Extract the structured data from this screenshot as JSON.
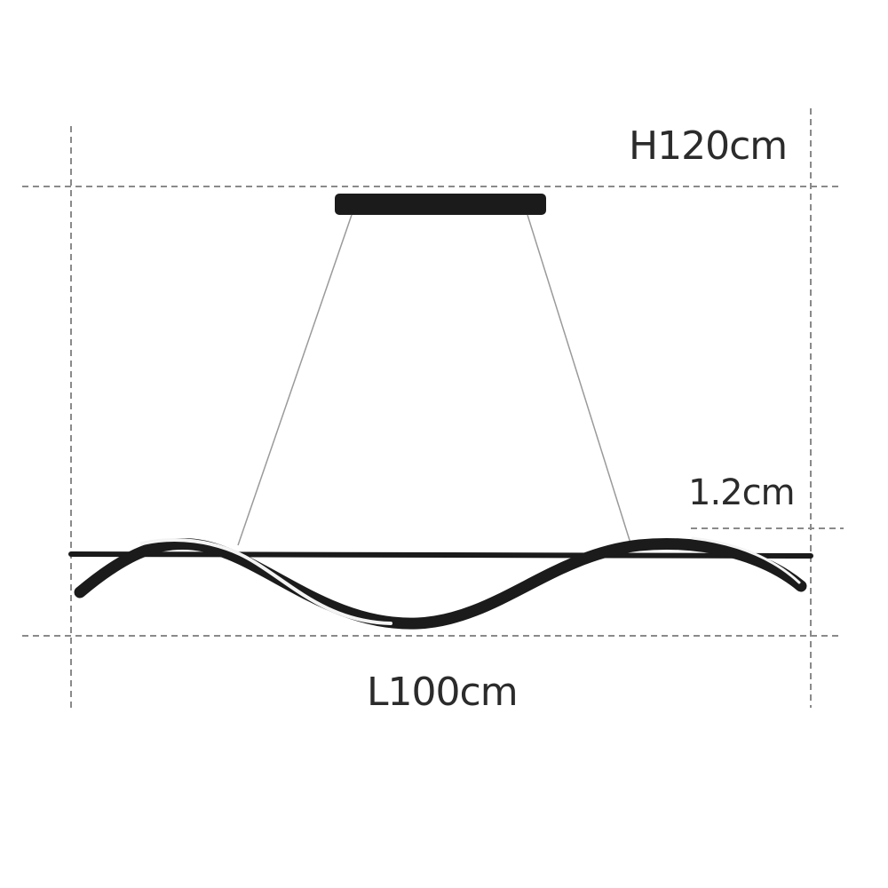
{
  "dimensions": {
    "height": "H120cm",
    "thickness": "1.2cm",
    "length": "L100cm"
  },
  "colors": {
    "guide_line": "#8a8a8a",
    "fixture_body": "#1b1b1b",
    "suspension_wire": "#9a9a9a",
    "led_highlight": "#f4f4f4",
    "label_text": "#2b2b2b"
  }
}
